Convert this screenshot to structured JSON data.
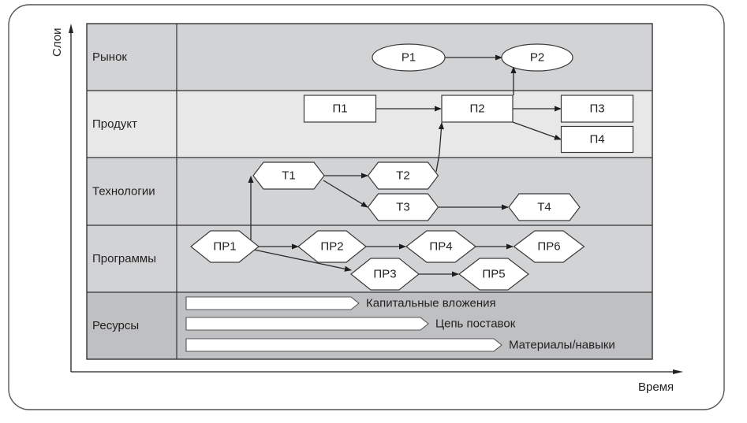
{
  "axes": {
    "y_label": "Слои",
    "x_label": "Время"
  },
  "layers": [
    {
      "id": "market",
      "label": "Рынок",
      "color": "#d2d3d5"
    },
    {
      "id": "product",
      "label": "Продукт",
      "color": "#e8e8e8"
    },
    {
      "id": "technology",
      "label": "Технологии",
      "color": "#d2d3d5"
    },
    {
      "id": "programs",
      "label": "Программы",
      "color": "#d2d3d5"
    },
    {
      "id": "resources",
      "label": "Ресурсы",
      "color": "#bfc0c2"
    }
  ],
  "nodes": [
    {
      "id": "P1",
      "label": "Р1",
      "shape": "ellipse",
      "layer": "market"
    },
    {
      "id": "P2",
      "label": "Р2",
      "shape": "ellipse",
      "layer": "market"
    },
    {
      "id": "PR_1",
      "label": "П1",
      "shape": "rect",
      "layer": "product"
    },
    {
      "id": "PR_2",
      "label": "П2",
      "shape": "rect",
      "layer": "product"
    },
    {
      "id": "PR_3",
      "label": "П3",
      "shape": "rect",
      "layer": "product"
    },
    {
      "id": "PR_4",
      "label": "П4",
      "shape": "rect",
      "layer": "product"
    },
    {
      "id": "T1",
      "label": "Т1",
      "shape": "hexagon",
      "layer": "technology"
    },
    {
      "id": "T2",
      "label": "Т2",
      "shape": "hexagon",
      "layer": "technology"
    },
    {
      "id": "T3",
      "label": "Т3",
      "shape": "hexagon",
      "layer": "technology"
    },
    {
      "id": "T4",
      "label": "Т4",
      "shape": "hexagon",
      "layer": "technology"
    },
    {
      "id": "PG1",
      "label": "ПР1",
      "shape": "diamond",
      "layer": "programs"
    },
    {
      "id": "PG2",
      "label": "ПР2",
      "shape": "diamond",
      "layer": "programs"
    },
    {
      "id": "PG3",
      "label": "ПР3",
      "shape": "diamond",
      "layer": "programs"
    },
    {
      "id": "PG4",
      "label": "ПР4",
      "shape": "diamond",
      "layer": "programs"
    },
    {
      "id": "PG5",
      "label": "ПР5",
      "shape": "diamond",
      "layer": "programs"
    },
    {
      "id": "PG6",
      "label": "ПР6",
      "shape": "diamond",
      "layer": "programs"
    }
  ],
  "edges": [
    {
      "from": "P1",
      "to": "P2"
    },
    {
      "from": "PR_1",
      "to": "PR_2"
    },
    {
      "from": "PR_2",
      "to": "PR_3"
    },
    {
      "from": "PR_2",
      "to": "PR_4"
    },
    {
      "from": "PR_2",
      "to": "P2"
    },
    {
      "from": "T1",
      "to": "T2"
    },
    {
      "from": "T1",
      "to": "T3"
    },
    {
      "from": "T2",
      "to": "PR_2"
    },
    {
      "from": "T3",
      "to": "T4"
    },
    {
      "from": "PG1",
      "to": "T1"
    },
    {
      "from": "PG1",
      "to": "PG2"
    },
    {
      "from": "PG1",
      "to": "PG3"
    },
    {
      "from": "PG2",
      "to": "PG4"
    },
    {
      "from": "PG3",
      "to": "PG5"
    },
    {
      "from": "PG4",
      "to": "PG6"
    }
  ],
  "resources": [
    {
      "label": "Капитальные вложения"
    },
    {
      "label": "Цепь поставок"
    },
    {
      "label": "Материалы/навыки"
    }
  ]
}
